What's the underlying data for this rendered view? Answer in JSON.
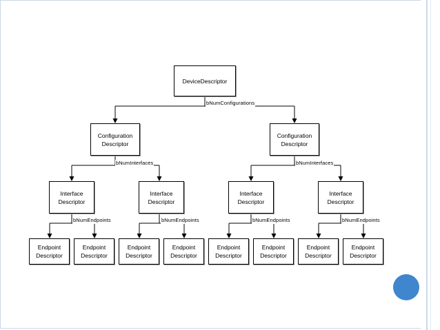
{
  "theme": {
    "accent_circle_color": "#3f86cf",
    "frame_color": "#c9d7e6"
  },
  "diagram": {
    "root": {
      "label": "DeviceDescriptor"
    },
    "edge_labels": {
      "configurations": "bNumConfigurations",
      "interfaces_left": "bNumInterfaces",
      "interfaces_right": "bNumInterfaces",
      "endpoints_1": "bNumEndpoints",
      "endpoints_2": "bNumEndpoints",
      "endpoints_3": "bNumEndpoints",
      "endpoints_4": "bNumEndpoints"
    },
    "configurations": [
      {
        "label": "Configuration\nDescriptor"
      },
      {
        "label": "Configuration\nDescriptor"
      }
    ],
    "interfaces": [
      {
        "label": "Interface\nDescriptor"
      },
      {
        "label": "Interface\nDescriptor"
      },
      {
        "label": "Interface\nDescriptor"
      },
      {
        "label": "Interface\nDescriptor"
      }
    ],
    "endpoints": [
      {
        "label": "Endpoint\nDescriptor"
      },
      {
        "label": "Endpoint\nDescriptor"
      },
      {
        "label": "Endpoint\nDescriptor"
      },
      {
        "label": "Endpoint\nDescriptor"
      },
      {
        "label": "Endpoint\nDescriptor"
      },
      {
        "label": "Endpoint\nDescriptor"
      },
      {
        "label": "Endpoint\nDescriptor"
      },
      {
        "label": "Endpoint\nDescriptor"
      }
    ]
  }
}
